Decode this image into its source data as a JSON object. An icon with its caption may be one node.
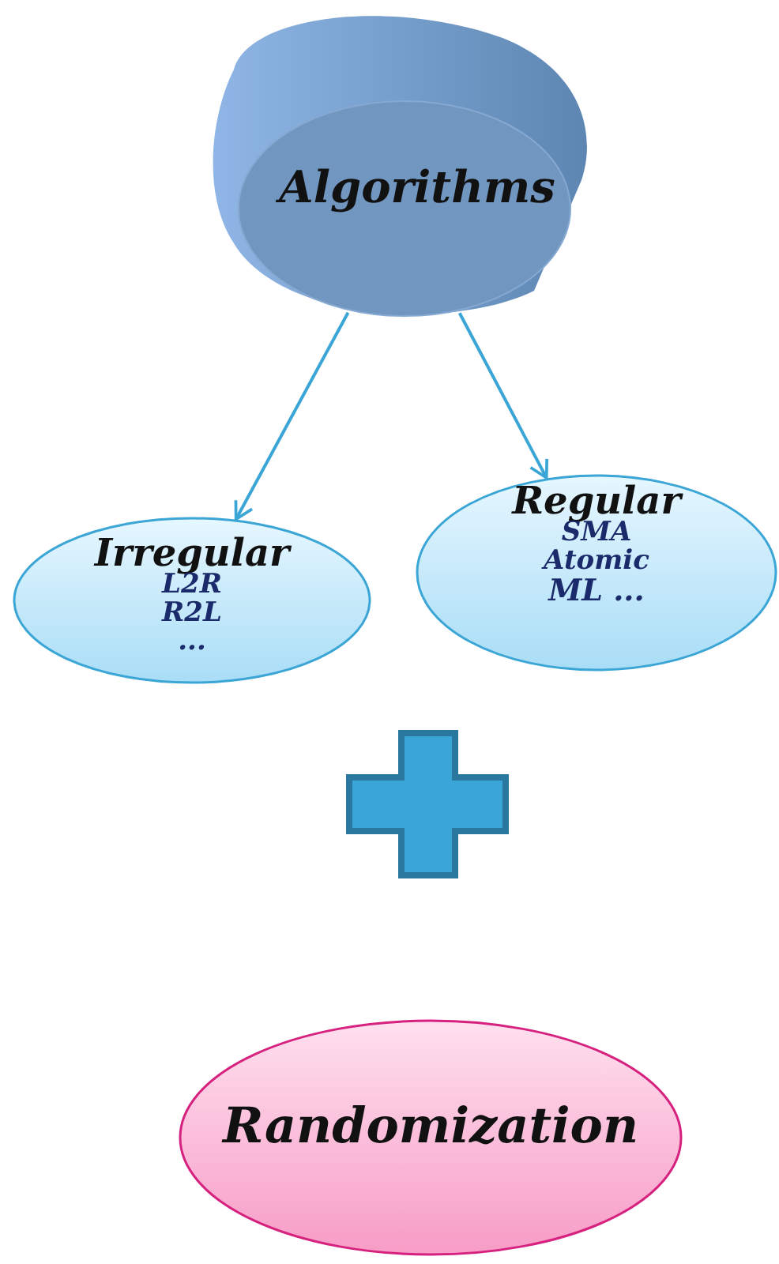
{
  "diagram": {
    "nodes": [
      {
        "text": [
          "Algorithms"
        ]
      },
      {
        "text": [
          "Irregular",
          "L2R",
          "R2L",
          "..."
        ]
      },
      {
        "text": [
          "Regular",
          "SMA",
          "Atomic",
          "ML ..."
        ]
      },
      {
        "text": [
          "Randomization"
        ]
      }
    ],
    "edges": [
      {
        "from": 0,
        "to": 1,
        "arrow": "to"
      },
      {
        "from": 0,
        "to": 2,
        "arrow": "to"
      }
    ]
  }
}
